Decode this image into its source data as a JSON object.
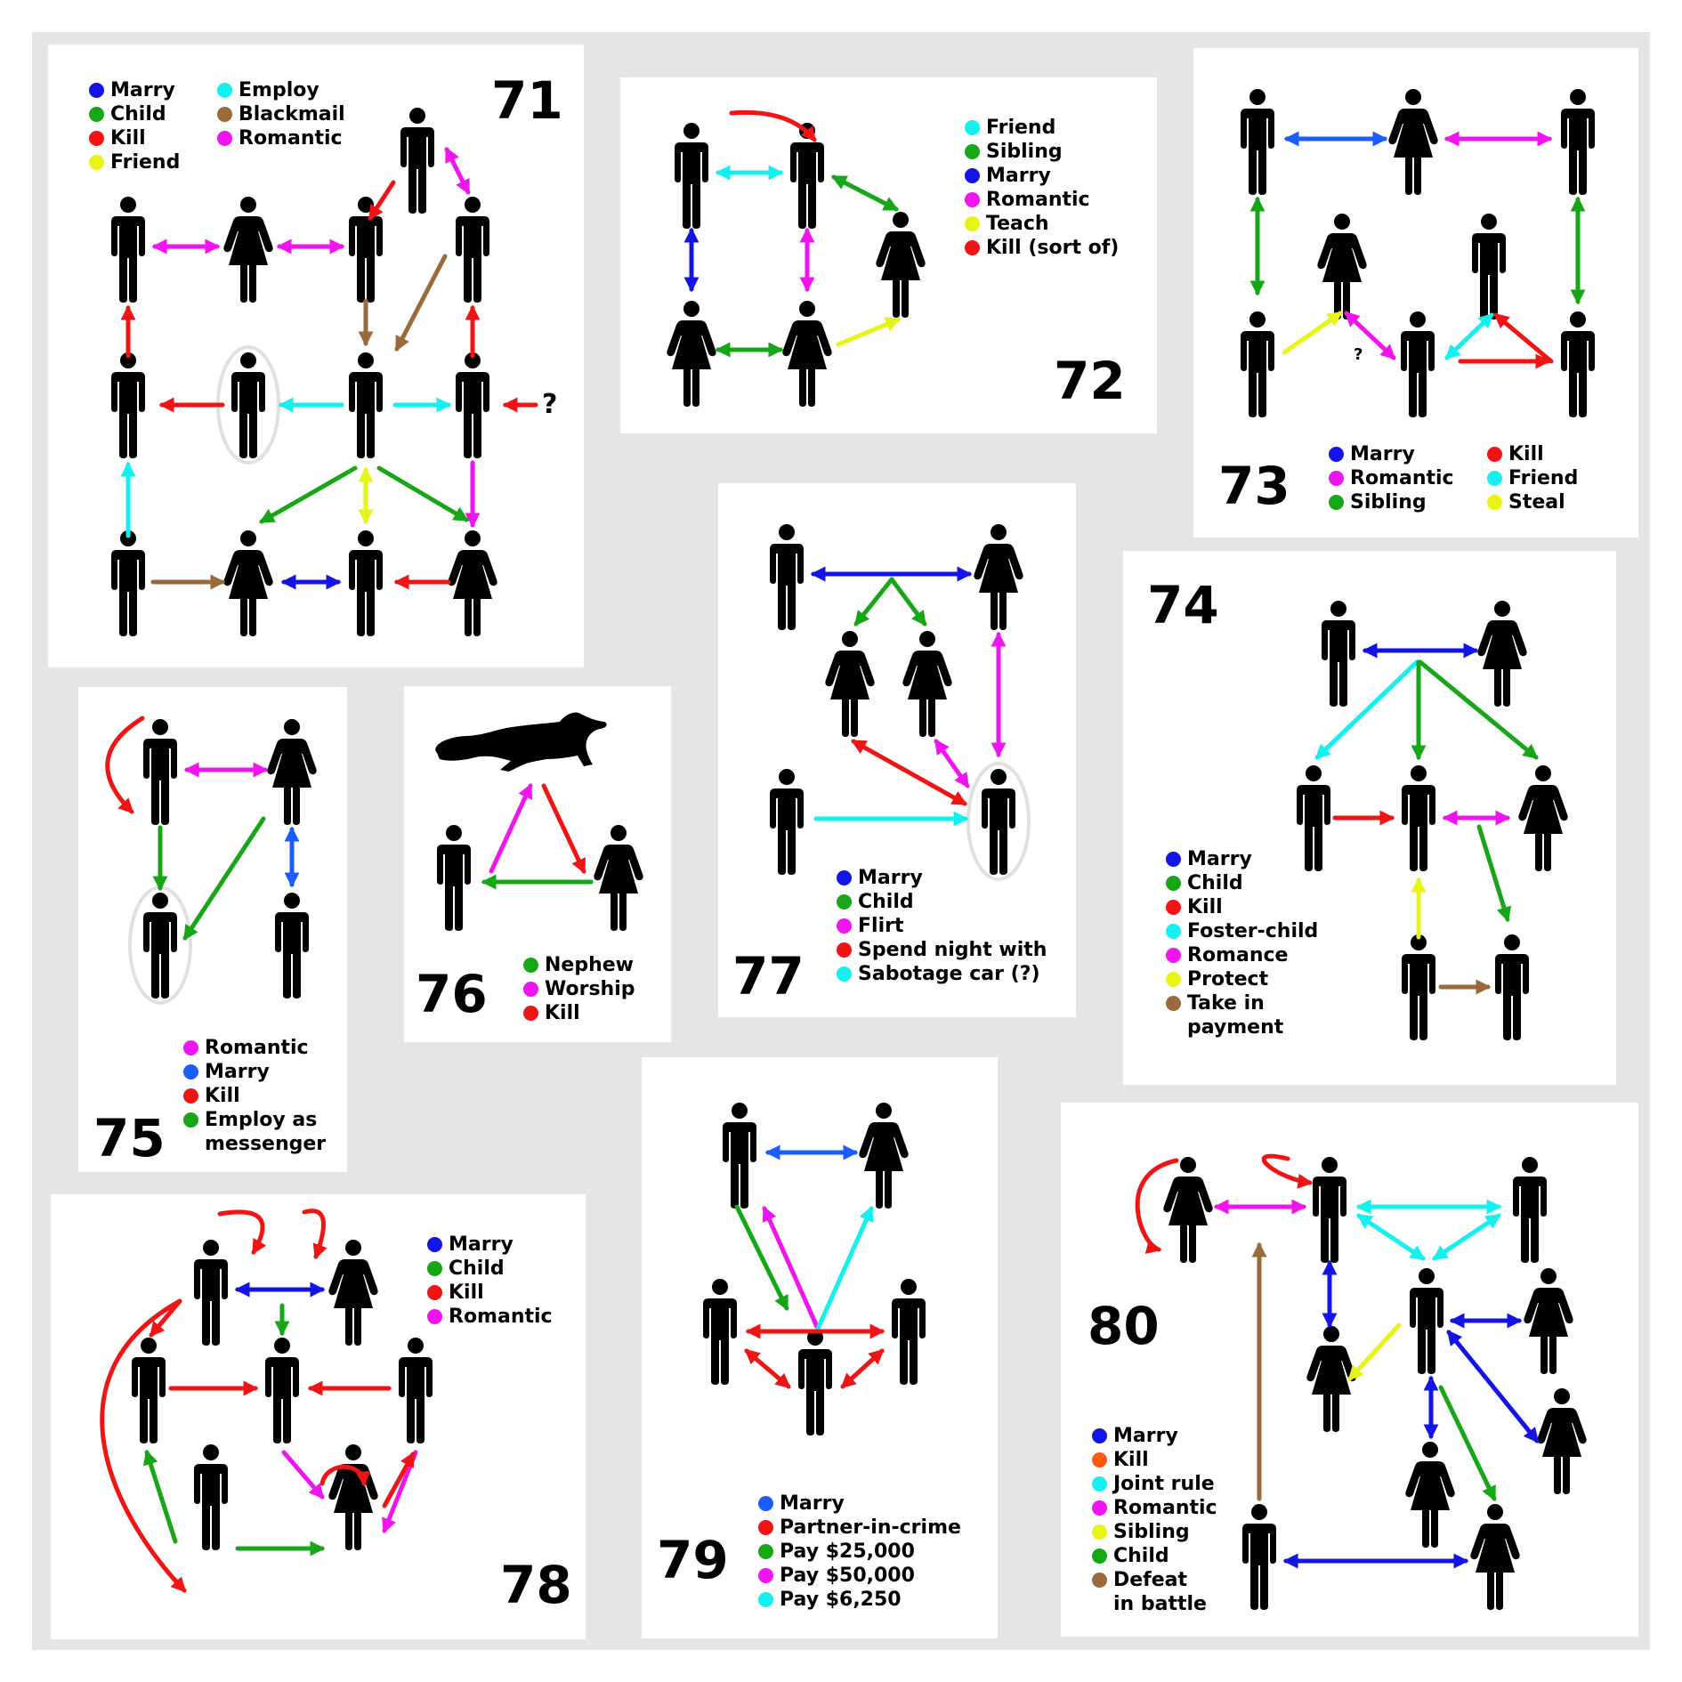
{
  "colors": {
    "blue": "#1414e6",
    "blue2": "#1a5cff",
    "green": "#17a617",
    "red": "#f01414",
    "yellow": "#e6f514",
    "cyan": "#14f0f0",
    "brown": "#9a6a3a",
    "magenta": "#f014f0",
    "orange": "#ff5a14"
  },
  "panels": [
    {
      "id": "71",
      "number": "71",
      "legend": [
        {
          "label": "Marry",
          "color": "#1414e6"
        },
        {
          "label": "Child",
          "color": "#17a617"
        },
        {
          "label": "Kill",
          "color": "#f01414"
        },
        {
          "label": "Friend",
          "color": "#e6f514"
        },
        {
          "label": "Employ",
          "color": "#14f0f0"
        },
        {
          "label": "Blackmail",
          "color": "#9a6a3a"
        },
        {
          "label": "Romantic",
          "color": "#f014f0"
        }
      ],
      "question": "?"
    },
    {
      "id": "72",
      "number": "72",
      "legend": [
        {
          "label": "Friend",
          "color": "#14f0f0"
        },
        {
          "label": "Sibling",
          "color": "#17a617"
        },
        {
          "label": "Marry",
          "color": "#1414e6"
        },
        {
          "label": "Romantic",
          "color": "#f014f0"
        },
        {
          "label": "Teach",
          "color": "#e6f514"
        },
        {
          "label": "Kill (sort of)",
          "color": "#f01414"
        }
      ]
    },
    {
      "id": "73",
      "number": "73",
      "legend": [
        {
          "label": "Marry",
          "color": "#1414e6"
        },
        {
          "label": "Romantic",
          "color": "#f014f0"
        },
        {
          "label": "Sibling",
          "color": "#17a617"
        },
        {
          "label": "Kill",
          "color": "#f01414"
        },
        {
          "label": "Friend",
          "color": "#14f0f0"
        },
        {
          "label": "Steal",
          "color": "#e6f514"
        }
      ],
      "question": "?"
    },
    {
      "id": "74",
      "number": "74",
      "legend": [
        {
          "label": "Marry",
          "color": "#1414e6"
        },
        {
          "label": "Child",
          "color": "#17a617"
        },
        {
          "label": "Kill",
          "color": "#f01414"
        },
        {
          "label": "Foster-child",
          "color": "#14f0f0"
        },
        {
          "label": "Romance",
          "color": "#f014f0"
        },
        {
          "label": "Protect",
          "color": "#e6f514"
        },
        {
          "label": "Take in payment",
          "color": "#9a6a3a"
        }
      ]
    },
    {
      "id": "75",
      "number": "75",
      "legend": [
        {
          "label": "Romantic",
          "color": "#f014f0"
        },
        {
          "label": "Marry",
          "color": "#1a5cff"
        },
        {
          "label": "Kill",
          "color": "#f01414"
        },
        {
          "label": "Employ as messenger",
          "color": "#17a617"
        }
      ]
    },
    {
      "id": "76",
      "number": "76",
      "legend": [
        {
          "label": "Nephew",
          "color": "#17a617"
        },
        {
          "label": "Worship",
          "color": "#f014f0"
        },
        {
          "label": "Kill",
          "color": "#f01414"
        }
      ]
    },
    {
      "id": "77",
      "number": "77",
      "legend": [
        {
          "label": "Marry",
          "color": "#1414e6"
        },
        {
          "label": "Child",
          "color": "#17a617"
        },
        {
          "label": "Flirt",
          "color": "#f014f0"
        },
        {
          "label": "Spend night with",
          "color": "#f01414"
        },
        {
          "label": "Sabotage car (?)",
          "color": "#14f0f0"
        }
      ]
    },
    {
      "id": "78",
      "number": "78",
      "legend": [
        {
          "label": "Marry",
          "color": "#1414e6"
        },
        {
          "label": "Child",
          "color": "#17a617"
        },
        {
          "label": "Kill",
          "color": "#f01414"
        },
        {
          "label": "Romantic",
          "color": "#f014f0"
        }
      ]
    },
    {
      "id": "79",
      "number": "79",
      "legend": [
        {
          "label": "Marry",
          "color": "#1a5cff"
        },
        {
          "label": "Partner-in-crime",
          "color": "#f01414"
        },
        {
          "label": "Pay $25,000",
          "color": "#17a617"
        },
        {
          "label": "Pay $50,000",
          "color": "#f014f0"
        },
        {
          "label": "Pay $6,250",
          "color": "#14f0f0"
        }
      ]
    },
    {
      "id": "80",
      "number": "80",
      "legend": [
        {
          "label": "Marry",
          "color": "#1414e6"
        },
        {
          "label": "Kill",
          "color": "#ff5a14"
        },
        {
          "label": "Joint rule",
          "color": "#14f0f0"
        },
        {
          "label": "Romantic",
          "color": "#f014f0"
        },
        {
          "label": "Sibling",
          "color": "#e6f514"
        },
        {
          "label": "Child",
          "color": "#17a617"
        },
        {
          "label": "Defeat in battle",
          "color": "#9a6a3a"
        }
      ]
    }
  ]
}
